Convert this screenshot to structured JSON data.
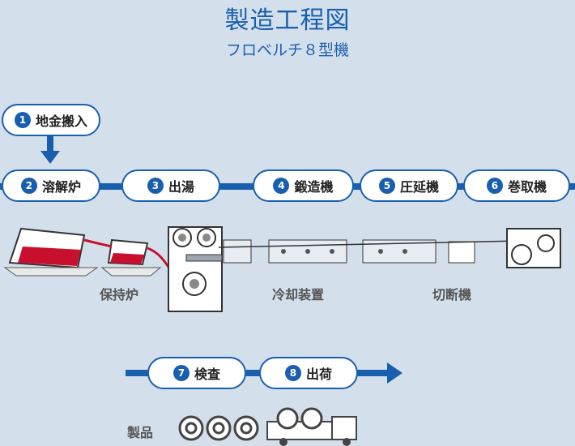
{
  "title": "製造工程図",
  "subtitle": "フロベルチ８型機",
  "steps": [
    {
      "num": "1",
      "label": "地金搬入"
    },
    {
      "num": "2",
      "label": "溶解炉"
    },
    {
      "num": "3",
      "label": "出湯"
    },
    {
      "num": "4",
      "label": "鍛造機"
    },
    {
      "num": "5",
      "label": "圧延機"
    },
    {
      "num": "6",
      "label": "巻取機"
    },
    {
      "num": "7",
      "label": "検査"
    },
    {
      "num": "8",
      "label": "出荷"
    }
  ],
  "equipment": {
    "holding_furnace": "保持炉",
    "cooling_device": "冷却装置",
    "cutter": "切断機",
    "product": "製品"
  },
  "colors": {
    "accent": "#1a5fae",
    "background": "#d3e0ec",
    "molten": "#c8102e"
  }
}
